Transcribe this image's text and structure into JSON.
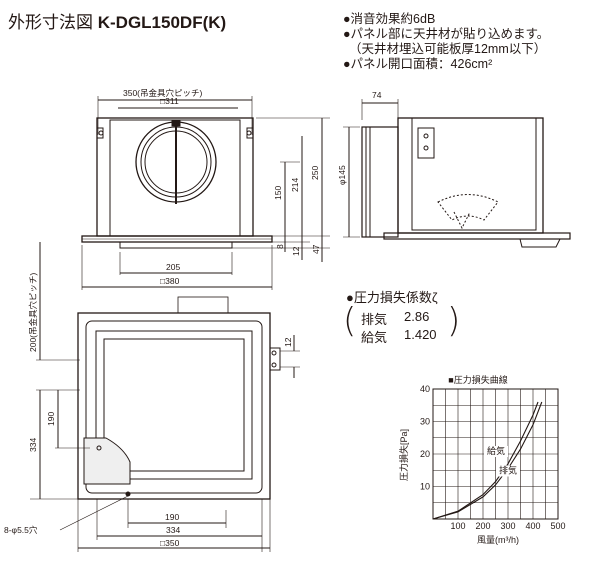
{
  "title": {
    "prefix": "外形寸法図",
    "model": "K-DGL150DF(K)"
  },
  "notes": [
    "●消音効果約6dB",
    "●パネル部に天井材が貼り込めます。",
    "（天井材埋込可能板厚12mm以下）",
    "●パネル開口面積：426cm²"
  ],
  "front_view": {
    "dims": {
      "hanger_pitch": "350(吊金具穴ピッチ)",
      "inner_width": "□311",
      "h150": "150",
      "h214": "214",
      "h250": "250",
      "h8": "8",
      "h12": "12",
      "h47": "47",
      "w205": "205",
      "w380": "□380"
    }
  },
  "side_view": {
    "dims": {
      "w74": "74",
      "phi145": "φ145"
    }
  },
  "plan_view": {
    "dims": {
      "hanger_pitch_v": "200(吊金具穴ピッチ)",
      "d12": "12",
      "d190v": "190",
      "d334v": "334",
      "holes": "8-φ5.5穴",
      "d190h": "190",
      "d334h": "334",
      "d350h": "□350"
    }
  },
  "pressure_loss": {
    "title": "●圧力損失係数ζ",
    "rows": [
      {
        "label": "排気",
        "value": "2.86"
      },
      {
        "label": "給気",
        "value": "1.420"
      }
    ]
  },
  "chart_data": {
    "type": "line",
    "title": "■圧力損失曲線",
    "xlabel": "風量(m³/h)",
    "ylabel": "圧力損失[Pa]",
    "xlim": [
      0,
      500
    ],
    "ylim": [
      0,
      40
    ],
    "x_ticks": [
      "100",
      "200",
      "300",
      "400",
      "500"
    ],
    "y_ticks": [
      "10",
      "20",
      "30",
      "40"
    ],
    "grid": true,
    "series": [
      {
        "name": "給気",
        "x": [
          0,
          100,
          200,
          250,
          300,
          350,
          400,
          420
        ],
        "y": [
          0,
          2.4,
          7.5,
          11.5,
          17,
          24,
          32,
          36
        ]
      },
      {
        "name": "排気",
        "x": [
          0,
          100,
          200,
          250,
          300,
          350,
          400,
          435
        ],
        "y": [
          0,
          2.2,
          6.8,
          10.5,
          15.5,
          21.5,
          29,
          36
        ]
      }
    ]
  }
}
